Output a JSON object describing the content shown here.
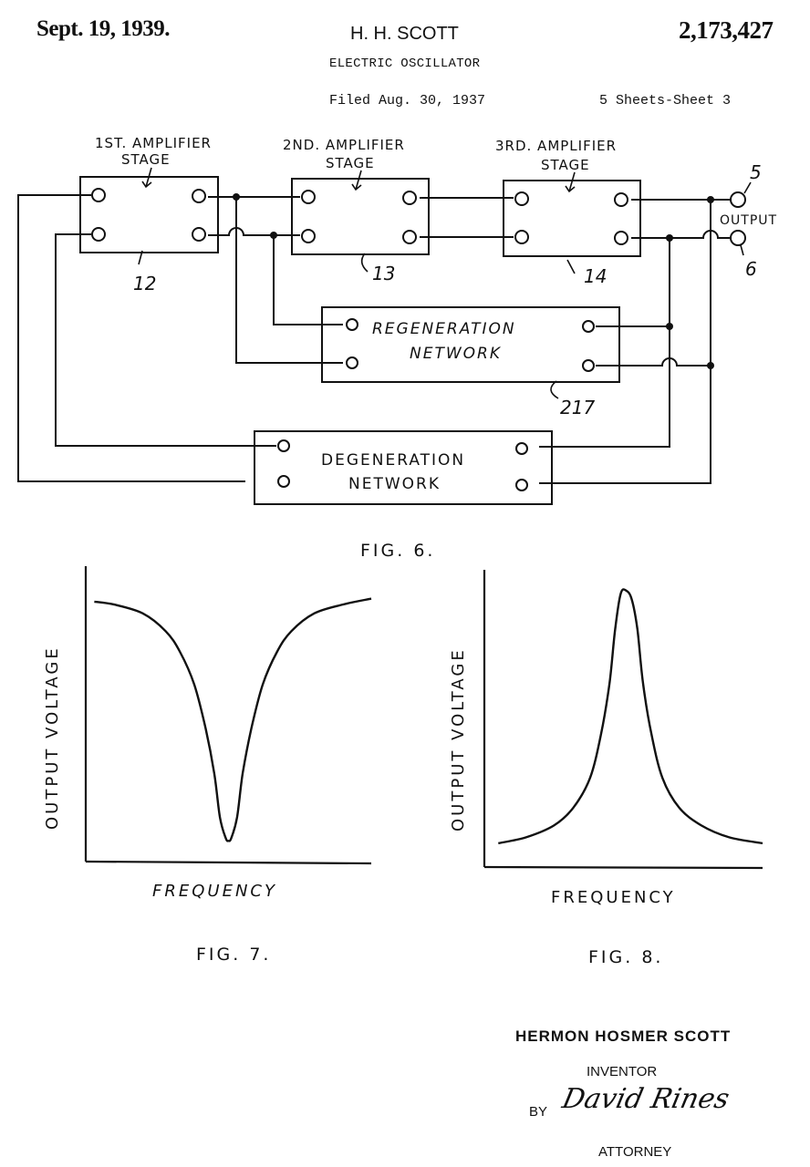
{
  "header": {
    "date": "Sept. 19, 1939.",
    "inventor_short": "H. H. SCOTT",
    "patent_number": "2,173,427",
    "title": "ELECTRIC OSCILLATOR",
    "filed": "Filed Aug. 30, 1937",
    "sheets": "5 Sheets-Sheet 3"
  },
  "fig6": {
    "caption": "FIG. 6.",
    "stages": [
      {
        "line1": "1ST. AMPLIFIER",
        "line2": "STAGE",
        "ref": "12"
      },
      {
        "line1": "2ND. AMPLIFIER",
        "line2": "STAGE",
        "ref": "13"
      },
      {
        "line1": "3RD. AMPLIFIER",
        "line2": "STAGE",
        "ref": "14"
      }
    ],
    "regeneration": {
      "line1": "REGENERATION",
      "line2": "NETWORK",
      "ref": "217"
    },
    "degeneration": {
      "line1": "DEGENERATION",
      "line2": "NETWORK"
    },
    "output": {
      "label": "OUTPUT",
      "terminal_a": "5",
      "terminal_b": "6"
    }
  },
  "chart_data": [
    {
      "type": "line",
      "title": "FIG. 7.",
      "xlabel": "FREQUENCY",
      "ylabel": "OUTPUT VOLTAGE",
      "xlim": [
        0,
        1
      ],
      "ylim": [
        0,
        1
      ],
      "grid": false,
      "description": "Notch (anti-resonance) response: output voltage high at all frequencies except a sharp dip near the center frequency",
      "x": [
        0.03,
        0.1,
        0.2,
        0.28,
        0.33,
        0.38,
        0.42,
        0.45,
        0.47,
        0.49,
        0.5,
        0.51,
        0.53,
        0.55,
        0.58,
        0.62,
        0.67,
        0.72,
        0.8,
        0.9,
        1.0
      ],
      "y": [
        0.88,
        0.87,
        0.84,
        0.78,
        0.71,
        0.6,
        0.45,
        0.3,
        0.15,
        0.08,
        0.07,
        0.08,
        0.15,
        0.3,
        0.45,
        0.6,
        0.71,
        0.78,
        0.84,
        0.87,
        0.89
      ]
    },
    {
      "type": "line",
      "title": "FIG. 8.",
      "xlabel": "FREQUENCY",
      "ylabel": "OUTPUT VOLTAGE",
      "xlim": [
        0,
        1
      ],
      "ylim": [
        0,
        1
      ],
      "grid": false,
      "description": "Resonant peak response: low output voltage except a sharp peak near the center frequency",
      "x": [
        0.05,
        0.15,
        0.25,
        0.32,
        0.38,
        0.42,
        0.45,
        0.47,
        0.49,
        0.51,
        0.53,
        0.55,
        0.57,
        0.6,
        0.64,
        0.7,
        0.78,
        0.88,
        1.0
      ],
      "y": [
        0.08,
        0.1,
        0.14,
        0.2,
        0.3,
        0.45,
        0.62,
        0.8,
        0.92,
        0.93,
        0.9,
        0.8,
        0.62,
        0.45,
        0.3,
        0.2,
        0.14,
        0.1,
        0.08
      ]
    }
  ],
  "signature_block": {
    "name": "HERMON HOSMER SCOTT",
    "role_inventor": "INVENTOR",
    "by": "BY",
    "signature": "David Rines",
    "role_attorney": "ATTORNEY"
  }
}
